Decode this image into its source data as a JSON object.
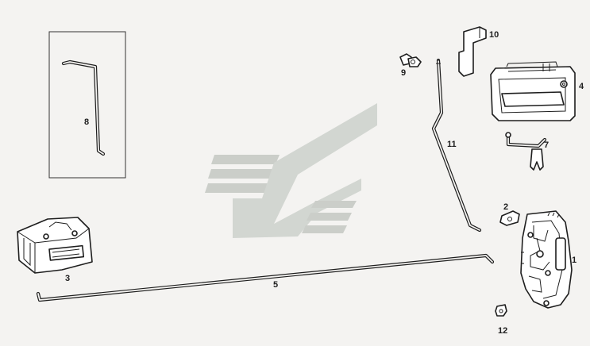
{
  "diagram": {
    "background": "#f4f3f1",
    "watermark_color": "#c9cdc8",
    "callouts": {
      "door_lock": "1",
      "lock_retainer": "2",
      "striker_plate": "3",
      "outside_handle": "4",
      "long_rod": "5",
      "connecting_rod": "7",
      "inner_rod": "8",
      "rod_clip": "9",
      "handle_cover": "10",
      "lock_button_rod": "11",
      "rod_clip_lower": "12"
    }
  }
}
